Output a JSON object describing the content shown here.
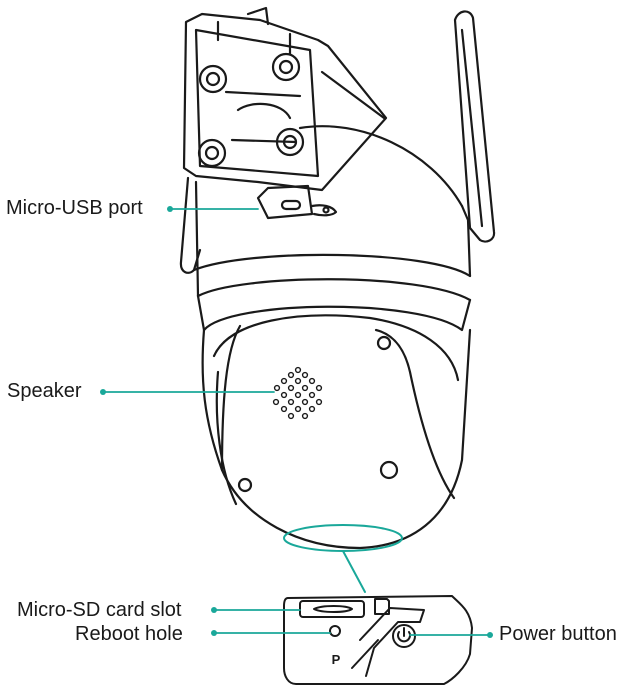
{
  "diagram": {
    "accent_color": "#1aa89a",
    "line_color": "#1a1a1a",
    "callouts": {
      "micro_usb": "Micro-USB port",
      "speaker": "Speaker",
      "micro_sd": "Micro-SD card slot",
      "reboot": "Reboot hole",
      "power": "Power button"
    },
    "panel_marking": "P",
    "icons": [
      "power-icon",
      "sd-card-icon"
    ]
  }
}
